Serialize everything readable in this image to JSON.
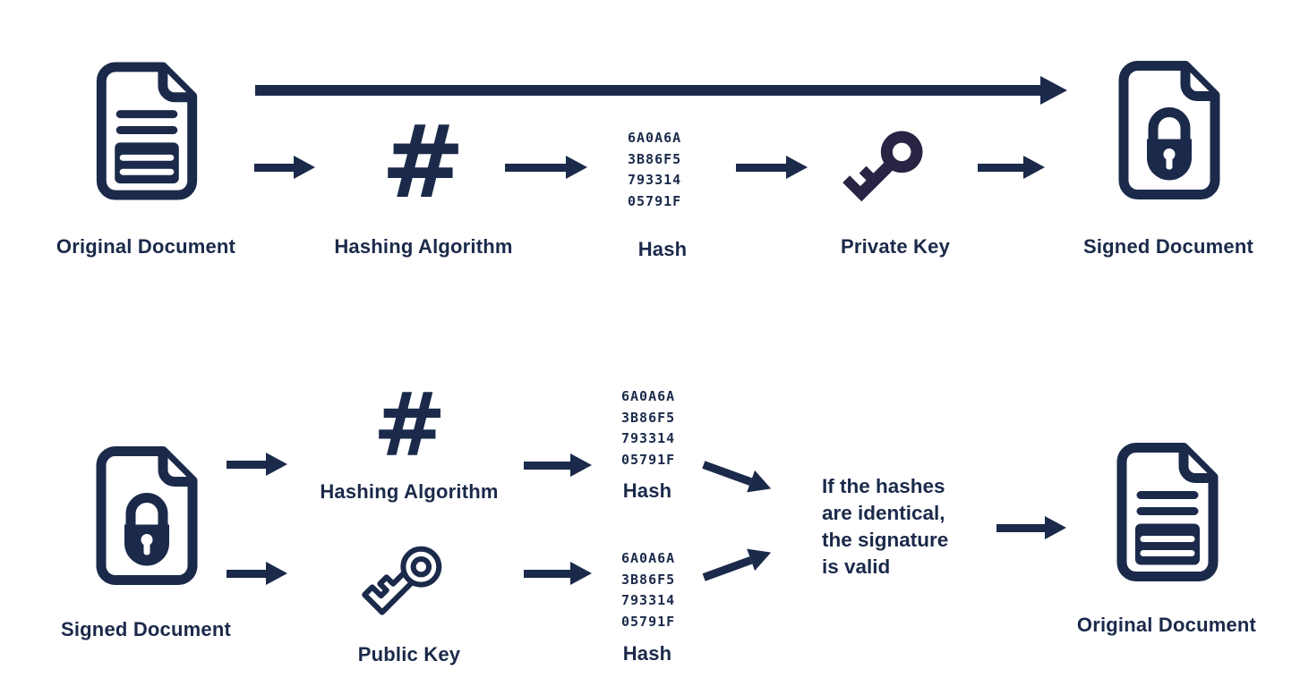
{
  "colors": {
    "navy": "#1b2a4a",
    "key_purple": "#2a2444"
  },
  "hash_value": "6A0A6A\n3B86F5\n793314\n05791F",
  "top_flow": {
    "original_document_label": "Original Document",
    "hashing_algorithm_symbol": "#",
    "hashing_algorithm_label": "Hashing Algorithm",
    "hash_value": "6A0A6A\n3B86F5\n793314\n05791F",
    "hash_label": "Hash",
    "private_key_label": "Private Key",
    "signed_document_label": "Signed Document"
  },
  "bottom_flow": {
    "signed_document_label": "Signed Document",
    "hashing_algorithm_symbol": "#",
    "hashing_algorithm_label": "Hashing Algorithm",
    "hash_value_top": "6A0A6A\n3B86F5\n793314\n05791F",
    "hash_label_top": "Hash",
    "public_key_label": "Public Key",
    "hash_value_bottom": "6A0A6A\n3B86F5\n793314\n05791F",
    "hash_label_bottom": "Hash",
    "verdict_text": "If the hashes\nare identical,\nthe signature\nis valid",
    "original_document_label": "Original Document"
  }
}
